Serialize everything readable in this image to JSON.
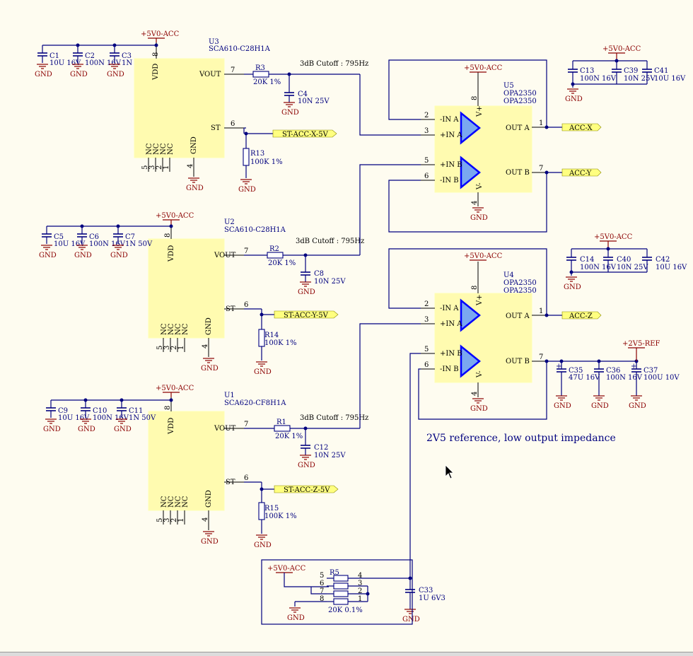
{
  "power": {
    "v5": "+5V0-ACC",
    "v2v5": "+2V5-REF",
    "gnd": "GND"
  },
  "u3": {
    "ref": "U3",
    "part": "SCA610-C28H1A",
    "vdd": "VDD",
    "vout": "VOUT",
    "st": "ST",
    "gnd": "GND",
    "nc": "NC",
    "p8": "8",
    "p7": "7",
    "p6": "6",
    "p4": "4",
    "p5": "5",
    "p3": "3",
    "p2": "2",
    "p1": "1"
  },
  "u2": {
    "ref": "U2",
    "part": "SCA610-C28H1A",
    "vdd": "VDD",
    "vout": "VOUT",
    "st": "ST",
    "gnd": "GND",
    "nc": "NC",
    "p8": "8",
    "p7": "7",
    "p6": "6",
    "p4": "4",
    "p5": "5",
    "p3": "3",
    "p2": "2",
    "p1": "1"
  },
  "u1": {
    "ref": "U1",
    "part": "SCA620-CF8H1A",
    "vdd": "VDD",
    "vout": "VOUT",
    "st": "ST",
    "gnd": "GND",
    "nc": "NC",
    "p8": "8",
    "p7": "7",
    "p6": "6",
    "p4": "4",
    "p5": "5",
    "p3": "3",
    "p2": "2",
    "p1": "1"
  },
  "u5": {
    "ref": "U5",
    "part1": "OPA2350",
    "part2": "OPA2350",
    "inA_neg": "-IN A",
    "inA_pos": "+IN A",
    "inB_pos": "+IN B",
    "inB_neg": "-IN B",
    "outA": "OUT A",
    "outB": "OUT B",
    "vp": "V+",
    "vm": "V-",
    "p1": "1",
    "p2": "2",
    "p3": "3",
    "p4": "4",
    "p5": "5",
    "p6": "6",
    "p7": "7",
    "p8": "8"
  },
  "u4": {
    "ref": "U4",
    "part1": "OPA2350",
    "part2": "OPA2350",
    "inA_neg": "-IN A",
    "inA_pos": "+IN A",
    "inB_pos": "+IN B",
    "inB_neg": "-IN B",
    "outA": "OUT A",
    "outB": "OUT B",
    "vp": "V+",
    "vm": "V-",
    "p1": "1",
    "p2": "2",
    "p3": "3",
    "p4": "4",
    "p5": "5",
    "p6": "6",
    "p7": "7",
    "p8": "8"
  },
  "filters": {
    "cutoff": "3dB Cutoff : 795Hz"
  },
  "r3": {
    "ref": "R3",
    "val": "20K 1%"
  },
  "r2": {
    "ref": "R2",
    "val": "20K 1%"
  },
  "r1": {
    "ref": "R1",
    "val": "20K 1%"
  },
  "r13": {
    "ref": "R13",
    "val": "100K 1%"
  },
  "r14": {
    "ref": "R14",
    "val": "100K 1%"
  },
  "r15": {
    "ref": "R15",
    "val": "100K 1%"
  },
  "r5": {
    "ref": "R5",
    "val": "20K 0.1%",
    "p1": "1",
    "p2": "2",
    "p3": "3",
    "p4": "4",
    "p5": "5",
    "p6": "6",
    "p7": "7",
    "p8": "8"
  },
  "caps": {
    "c1": {
      "ref": "C1",
      "val": "10U 16V"
    },
    "c2": {
      "ref": "C2",
      "val": "100N 16V"
    },
    "c3": {
      "ref": "C3",
      "val": "1N"
    },
    "c4": {
      "ref": "C4",
      "val": "10N 25V"
    },
    "c5": {
      "ref": "C5",
      "val": "10U 16V"
    },
    "c6": {
      "ref": "C6",
      "val": "100N 16V"
    },
    "c7": {
      "ref": "C7",
      "val": "1N 50V"
    },
    "c8": {
      "ref": "C8",
      "val": "10N 25V"
    },
    "c9": {
      "ref": "C9",
      "val": "10U 16V"
    },
    "c10": {
      "ref": "C10",
      "val": "100N 16V"
    },
    "c11": {
      "ref": "C11",
      "val": "1N 50V"
    },
    "c12": {
      "ref": "C12",
      "val": "10N 25V"
    },
    "c13": {
      "ref": "C13",
      "val": "100N 16V"
    },
    "c39": {
      "ref": "C39",
      "val": "10N 25V"
    },
    "c41": {
      "ref": "C41",
      "val": "10U 16V"
    },
    "c14": {
      "ref": "C14",
      "val": "100N 16V"
    },
    "c40": {
      "ref": "C40",
      "val": "10N 25V"
    },
    "c42": {
      "ref": "C42",
      "val": "10U 16V"
    },
    "c35": {
      "ref": "C35",
      "val": "47U 16V"
    },
    "c36": {
      "ref": "C36",
      "val": "100N 16V"
    },
    "c37": {
      "ref": "C37",
      "val": "100U 10V"
    },
    "c33": {
      "ref": "C33",
      "val": "1U 6V3"
    }
  },
  "nets": {
    "stx": "ST-ACC-X-5V",
    "sty": "ST-ACC-Y-5V",
    "stz": "ST-ACC-Z-5V",
    "accx": "ACC-X",
    "accy": "ACC-Y",
    "accz": "ACC-Z"
  },
  "note": "2V5 reference, low output impedance"
}
